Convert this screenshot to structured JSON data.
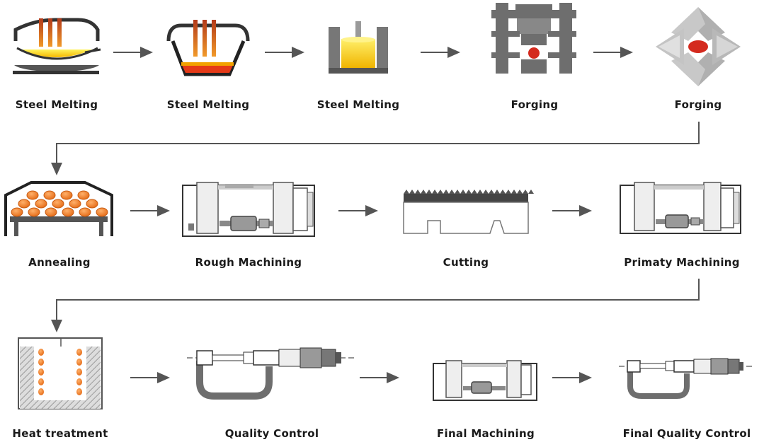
{
  "steps": [
    {
      "label": "Steel Melting"
    },
    {
      "label": "Steel Melting"
    },
    {
      "label": "Steel Melting"
    },
    {
      "label": "Forging"
    },
    {
      "label": "Forging"
    },
    {
      "label": "Annealing"
    },
    {
      "label": "Rough Machining"
    },
    {
      "label": "Cutting"
    },
    {
      "label": "Primaty Machining"
    },
    {
      "label": "Heat treatment"
    },
    {
      "label": "Quality Control"
    },
    {
      "label": "Final Machining"
    },
    {
      "label": "Final Quality Control"
    }
  ],
  "colors": {
    "metal_gray": "#6e6e6e",
    "light_gray": "#bdbdbd",
    "molten_yellow": "#f5c400",
    "molten_orange": "#e8701e",
    "hot_red": "#d42a1e",
    "arrow": "#555555"
  }
}
